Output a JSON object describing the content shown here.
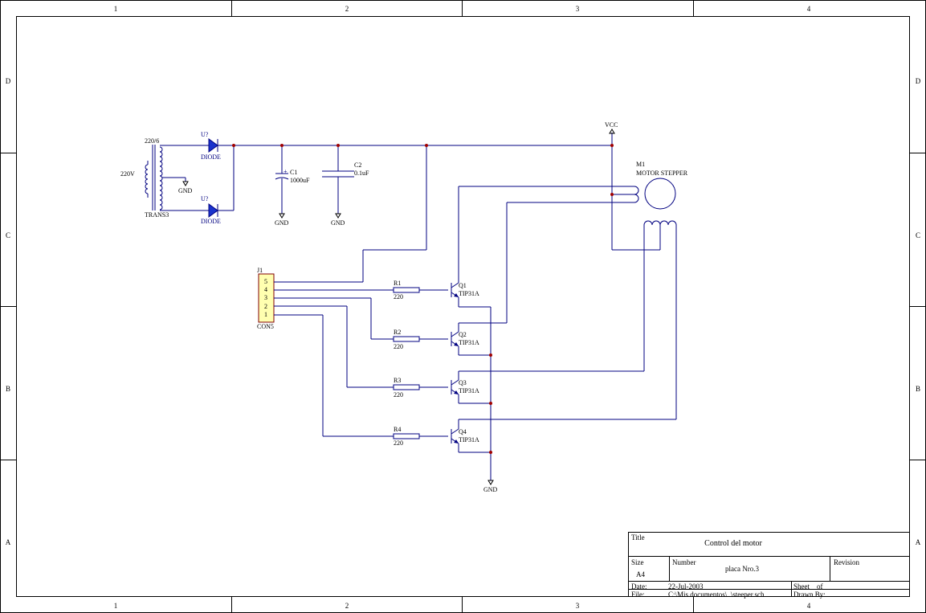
{
  "border": {
    "columns": [
      "1",
      "2",
      "3",
      "4"
    ],
    "rows": [
      "D",
      "C",
      "B",
      "A"
    ]
  },
  "title_block": {
    "title_label": "Title",
    "title": "Control del motor",
    "size_label": "Size",
    "size": "A4",
    "number_label": "Number",
    "number": "placa Nro.3",
    "revision_label": "Revision",
    "date_label": "Date:",
    "date": "22-Jul-2003",
    "sheet_label": "Sheet",
    "sheet_of": "of",
    "file_label": "File:",
    "file": "C:\\Mis documentos\\..\\steeper.sch",
    "drawn_by_label": "Drawn By:"
  },
  "components": {
    "transformer": {
      "ref": "220/6",
      "value": "TRANS3",
      "input": "220V"
    },
    "diode1": {
      "ref": "U?",
      "value": "DIODE"
    },
    "diode2": {
      "ref": "U?",
      "value": "DIODE"
    },
    "c1": {
      "ref": "C1",
      "value": "1000uF",
      "polarity": "+"
    },
    "c2": {
      "ref": "C2",
      "value": "0.1uF"
    },
    "connector": {
      "ref": "J1",
      "value": "CON5",
      "pins": [
        "5",
        "4",
        "3",
        "2",
        "1"
      ]
    },
    "resistors": [
      {
        "ref": "R1",
        "value": "220"
      },
      {
        "ref": "R2",
        "value": "220"
      },
      {
        "ref": "R3",
        "value": "220"
      },
      {
        "ref": "R4",
        "value": "220"
      }
    ],
    "transistors": [
      {
        "ref": "Q1",
        "value": "TIP31A"
      },
      {
        "ref": "Q2",
        "value": "TIP31A"
      },
      {
        "ref": "Q3",
        "value": "TIP31A"
      },
      {
        "ref": "Q4",
        "value": "TIP31A"
      }
    ],
    "motor": {
      "ref": "M1",
      "value": "MOTOR STEPPER"
    }
  },
  "power": {
    "vcc": "VCC",
    "gnd": "GND"
  }
}
